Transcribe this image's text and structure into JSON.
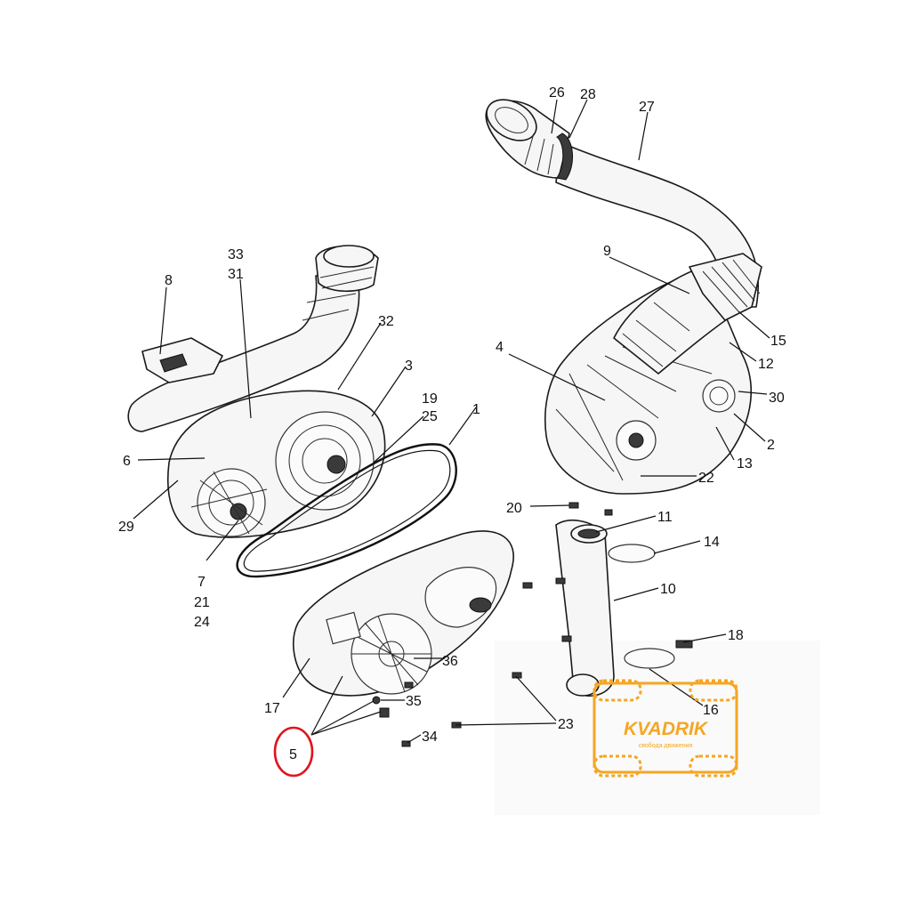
{
  "callouts": {
    "c1": "1",
    "c2": "2",
    "c3": "3",
    "c4": "4",
    "c5": "5",
    "c6": "6",
    "c7": "7",
    "c8": "8",
    "c9": "9",
    "c10": "10",
    "c11": "11",
    "c12": "12",
    "c13": "13",
    "c14": "14",
    "c15": "15",
    "c16": "16",
    "c17": "17",
    "c18": "18",
    "c19": "19",
    "c20": "20",
    "c21": "21",
    "c22": "22",
    "c23": "23",
    "c24": "24",
    "c25": "25",
    "c26": "26",
    "c27": "27",
    "c28": "28",
    "c29": "29",
    "c30": "30",
    "c31": "31",
    "c32": "32",
    "c33": "33",
    "c34": "34",
    "c35": "35",
    "c36": "36"
  },
  "highlight": {
    "callout": "5",
    "color": "#e0141e"
  },
  "watermark": {
    "name": "KVADRIK",
    "slogan": "свобода движения",
    "color": "#f5a623"
  }
}
